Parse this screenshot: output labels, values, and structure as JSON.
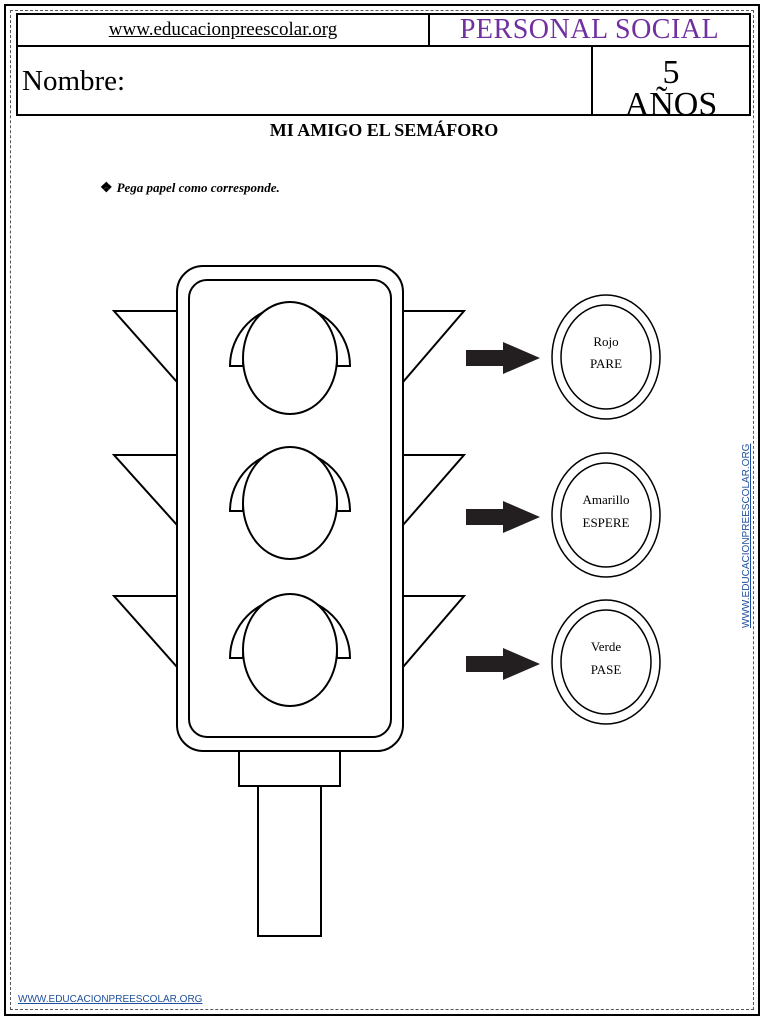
{
  "header": {
    "website": "www.educacionpreescolar.org",
    "subject": "PERSONAL SOCIAL",
    "name_label": "Nombre:",
    "age_number": "5",
    "age_unit": "AÑOS"
  },
  "title": "MI AMIGO EL SEMÁFORO",
  "instruction": {
    "bullet": "❖",
    "text": "Pega papel como corresponde."
  },
  "lights": [
    {
      "color": "Rojo",
      "action": "PARE"
    },
    {
      "color": "Amarillo",
      "action": "ESPERE"
    },
    {
      "color": "Verde",
      "action": "PASE"
    }
  ],
  "side_watermark": "WWW.EDUCACIONPREESCOLAR.ORG",
  "footer_link": "WWW.EDUCACIONPREESCOLAR.ORG",
  "colors": {
    "subject": "#7030a0",
    "link": "#1f4e9c"
  }
}
